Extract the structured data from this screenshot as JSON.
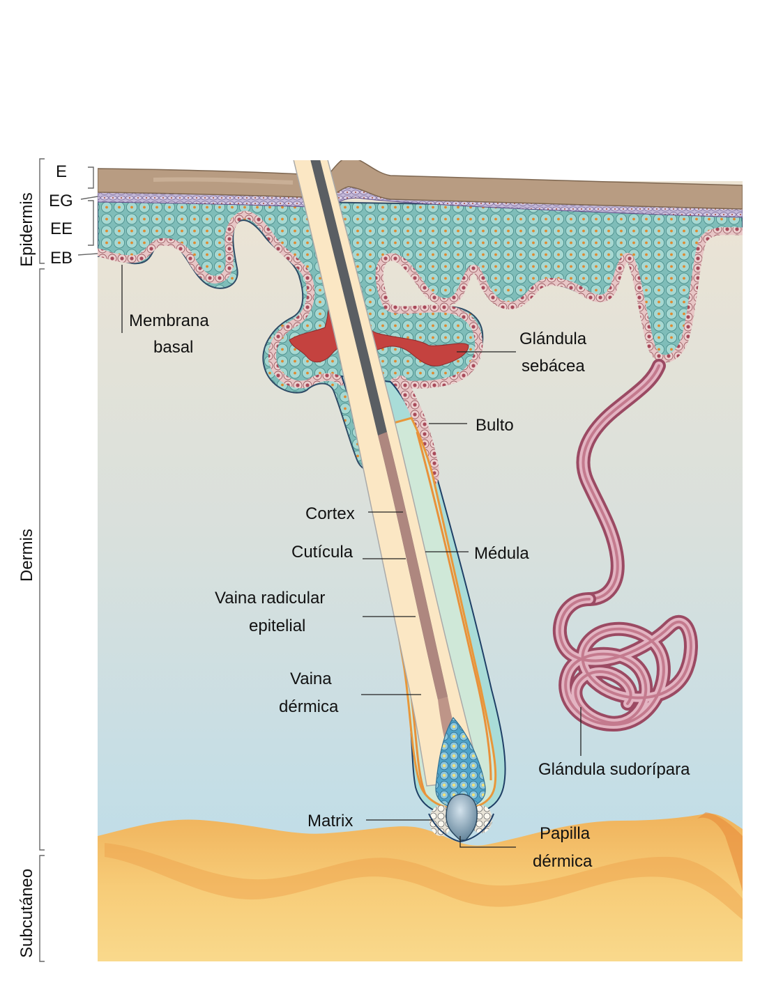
{
  "regions": {
    "epidermis": "Epidermis",
    "dermis": "Dermis",
    "subcutaneo": "Subcutáneo"
  },
  "layers": {
    "e": "E",
    "eg": "EG",
    "ee": "EE",
    "eb": "EB"
  },
  "labels": {
    "membrana_1": "Membrana",
    "membrana_2": "basal",
    "sebacea_1": "Glándula",
    "sebacea_2": "sebácea",
    "bulto": "Bulto",
    "cortex": "Cortex",
    "cuticula": "Cutícula",
    "medula": "Médula",
    "vaina_rad_1": "Vaina radicular",
    "vaina_rad_2": "epitelial",
    "vaina_der_1": "Vaina",
    "vaina_der_2": "dérmica",
    "sudoripara": "Glándula sudorípara",
    "matrix": "Matrix",
    "papilla_1": "Papilla",
    "papilla_2": "dérmica"
  },
  "colors": {
    "stratum_corneum": "#b89c82",
    "epidermal_cell": "#8fc9c4",
    "basal_cell": "#e3b4b4",
    "sebum": "#c4423f",
    "hair_shaft": "#fbe7c4",
    "medulla": "#5a5e63",
    "sweat_gland": "#c47a8e",
    "subcutaneous_fat": "#f3c26a",
    "dermis_top": "#ece4d6",
    "dermis_bottom": "#b8dcea"
  }
}
